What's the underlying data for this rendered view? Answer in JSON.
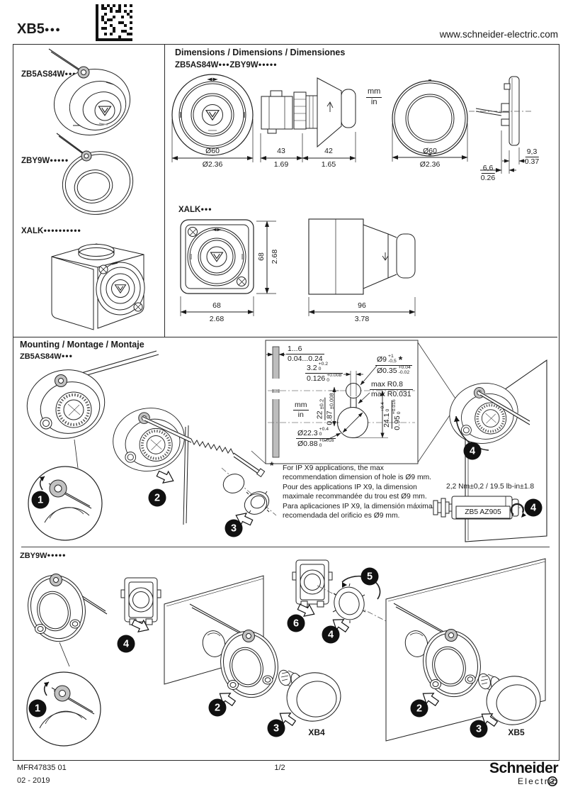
{
  "header": {
    "product": "XB5",
    "product_dots": "●●●",
    "website": "www.schneider-electric.com"
  },
  "products": [
    {
      "name": "ZB5AS84W",
      "dots": "●●●"
    },
    {
      "name": "ZBY9W",
      "dots": "●●●●●"
    },
    {
      "name": "XALK",
      "dots": "●●●●●●●●●●"
    }
  ],
  "dimensions": {
    "title": "Dimensions / Dimensions / Dimensiones",
    "subtitle_a": "ZB5AS84W",
    "subtitle_a_dots": "●●●",
    "subtitle_b": "ZBY9W",
    "subtitle_b_dots": "●●●●●",
    "units_mm": "mm",
    "units_in": "in",
    "zb5_front_dia_mm": "Ø60",
    "zb5_front_dia_in": "Ø2.36",
    "zb5_len1_mm": "43",
    "zb5_len1_in": "1.69",
    "zb5_len2_mm": "42",
    "zb5_len2_in": "1.65",
    "ring_dia_mm": "Ø60",
    "ring_dia_in": "Ø2.36",
    "ring_t1_mm": "6,6",
    "ring_t1_in": "0.26",
    "ring_t2_mm": "9,3",
    "ring_t2_in": "0.37",
    "xalk_label": "XALK",
    "xalk_label_dots": "●●●",
    "xalk_w_mm": "68",
    "xalk_w_in": "2.68",
    "xalk_h_mm": "68",
    "xalk_h_in": "2.68",
    "xalk_d_mm": "96",
    "xalk_d_in": "3.78"
  },
  "mounting": {
    "title": "Mounting / Montage / Montaje",
    "zb5_subtitle": "ZB5AS84W",
    "zb5_subtitle_dots": "●●●",
    "zby_subtitle": "ZBY9W",
    "zby_subtitle_dots": "●●●●●",
    "steps": {
      "s1": "1",
      "s2": "2",
      "s3": "3",
      "s4": "4",
      "s5": "5",
      "s6": "6"
    },
    "template": {
      "units_mm": "mm",
      "units_in": "in",
      "thickness_mm": "1...6",
      "thickness_in": "0.04...0.24",
      "slot_mm": "3.2",
      "slot_mm_up": "+0.2",
      "slot_mm_dn": "0",
      "slot_in": "0.126",
      "slot_in_up": "+0.008",
      "slot_in_dn": "0",
      "hole_mm": "Ø9",
      "hole_mm_up": "+1",
      "hole_mm_dn": "-0,5",
      "hole_in": "Ø0.35",
      "hole_in_up": "+0.04",
      "hole_in_dn": "-0.02",
      "radius_mm": "max R0.8",
      "radius_in": "max R0.031",
      "dist_mm": "22",
      "dist_mm_tol": "±0.2",
      "dist_in": "0.87",
      "dist_in_tol": "±0.008",
      "height_mm": "24.1",
      "height_mm_up": "+0.4",
      "height_mm_dn": "0",
      "height_in": "0.95",
      "height_in_up": "+0.016",
      "height_in_dn": "0",
      "main_mm": "Ø22.3",
      "main_mm_up": "+0.4",
      "main_mm_dn": "0",
      "main_in": "Ø0.88",
      "main_in_up": "+0.016",
      "main_in_dn": "0",
      "asterisk": "*"
    },
    "note_marker": "*",
    "note_en": "For IP X9 applications, the max\nrecommendation dimension of hole is Ø9 mm.",
    "note_fr": "Pour des applications IP X9, la dimension\nmaximale recommandée du trou est Ø9 mm.",
    "note_es": "Para aplicaciones IP X9, la dimensión máxima\nrecomendada del orificio es Ø9 mm.",
    "torque": "2,2 Nm±0,2 / 19.5 lb-in±1.8",
    "tool_ref": "ZB5 AZ905",
    "xb4_label": "XB4",
    "xb5_label": "XB5"
  },
  "footer": {
    "doc_ref": "MFR47835 01",
    "date": "02 - 2019",
    "page": "1/2",
    "brand_name": "Schneider",
    "brand_sub": "Electric"
  }
}
